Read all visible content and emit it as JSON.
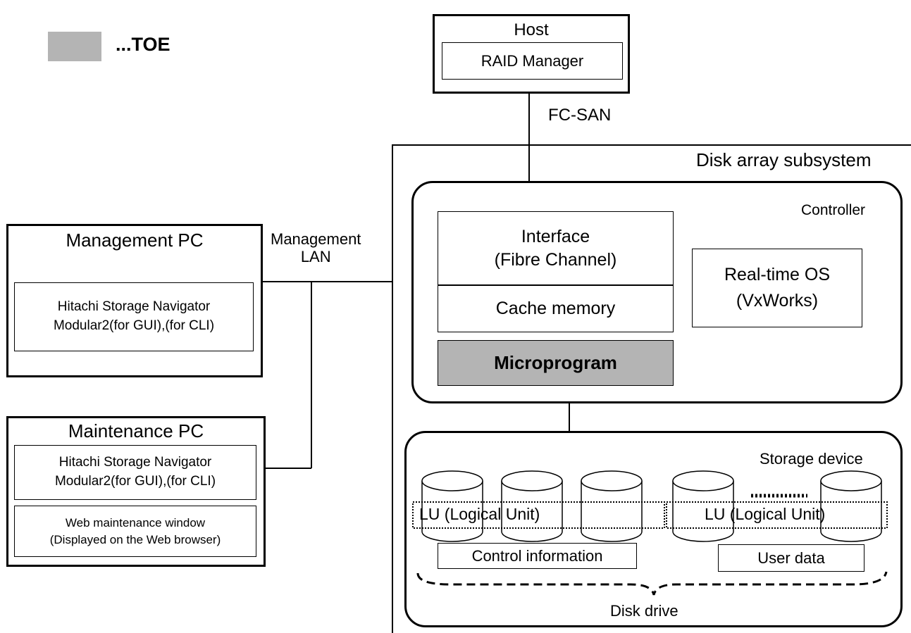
{
  "legend": {
    "label": "...TOE",
    "swatch_color": "#b4b4b4"
  },
  "host": {
    "title": "Host",
    "raid_manager": "RAID Manager"
  },
  "fc_san_label": "FC-SAN",
  "management_lan_label": {
    "line1": "Management",
    "line2": "LAN"
  },
  "management_pc": {
    "title": "Management PC",
    "navigator": {
      "line1": "Hitachi Storage Navigator",
      "line2": "Modular2(for GUI),(for CLI)"
    }
  },
  "maintenance_pc": {
    "title": "Maintenance PC",
    "navigator": {
      "line1": "Hitachi Storage Navigator",
      "line2": "Modular2(for GUI),(for CLI)"
    },
    "web_window": {
      "line1": "Web maintenance window",
      "line2": "(Displayed on the Web browser)"
    }
  },
  "subsystem": {
    "title": "Disk array subsystem",
    "controller": {
      "title": "Controller",
      "interface": {
        "line1": "Interface",
        "line2": "(Fibre Channel)"
      },
      "cache_memory": "Cache memory",
      "microprogram": "Microprogram",
      "realtime_os": {
        "line1": "Real-time OS",
        "line2": "(VxWorks)"
      }
    },
    "storage": {
      "title": "Storage device",
      "lu_left": "LU (Logical Unit)",
      "lu_right": "LU (Logical Unit)",
      "control_information": "Control information",
      "user_data": "User data",
      "disk_drive": "Disk drive"
    }
  },
  "colors": {
    "toe_fill": "#b4b4b4",
    "line": "#000000"
  }
}
